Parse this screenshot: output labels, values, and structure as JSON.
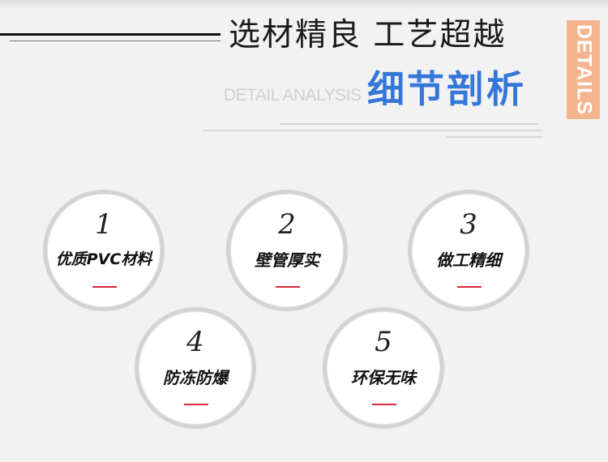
{
  "header": {
    "title_main": "选材精良 工艺超越",
    "title_sub": "细节剖析",
    "subtitle_en": "DETAIL ANALYSIS",
    "tag": "DETAILS"
  },
  "features": [
    {
      "number": "1",
      "label": "优质PVC材料"
    },
    {
      "number": "2",
      "label": "壁管厚实"
    },
    {
      "number": "3",
      "label": "做工精细"
    },
    {
      "number": "4",
      "label": "防冻防爆"
    },
    {
      "number": "5",
      "label": "环保无味"
    }
  ],
  "colors": {
    "accent_blue": "#3576d9",
    "tag_orange": "#f4b58e",
    "dash_red": "#d9293a",
    "background": "#f3f2f2"
  }
}
